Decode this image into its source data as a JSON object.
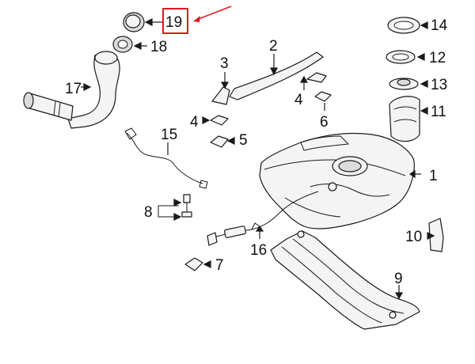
{
  "highlight": {
    "number": "19",
    "color": "#e0191c"
  },
  "callouts": [
    "1",
    "2",
    "3",
    "4",
    "4",
    "5",
    "6",
    "7",
    "8",
    "9",
    "10",
    "11",
    "12",
    "13",
    "14",
    "15",
    "16",
    "17",
    "18"
  ],
  "colors": {
    "line": "#1a1a1a",
    "fill": "#f4f4f4",
    "shade": "#dcdcdc",
    "accent": "#e0191c"
  }
}
